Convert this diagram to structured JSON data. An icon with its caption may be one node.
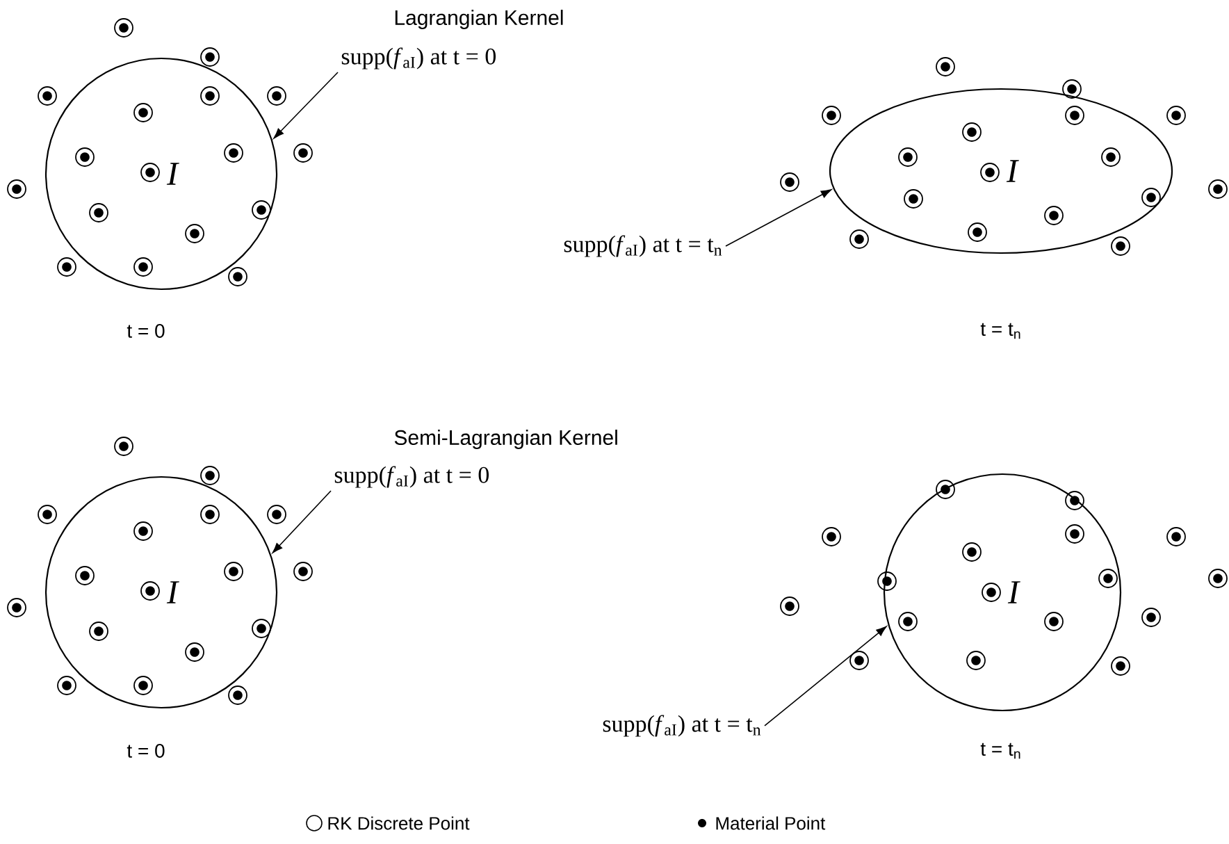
{
  "diagram": {
    "nodes": [
      {
        "text": [
          "I"
        ]
      },
      {
        "text": [
          "supp(*f*$_{aI}$) at t = 0"
        ]
      },
      {
        "text": [
          "supp(*f*$_{aI}$) at t = t$_{n}$"
        ]
      },
      {
        "text": [
          "I"
        ]
      },
      {
        "text": [
          "I"
        ]
      },
      {
        "text": [
          "supp(*f*$_{aI}$) at t = 0"
        ]
      },
      {
        "text": [
          "supp(*f*$_{aI}$) at t = t$_{n}$"
        ]
      },
      {
        "text": [
          "I"
        ]
      }
    ],
    "edges": [
      {
        "from": 1,
        "to": 0,
        "arrow": "to"
      },
      {
        "from": 2,
        "to": 3,
        "arrow": "to"
      },
      {
        "from": 5,
        "to": 4,
        "arrow": "to"
      },
      {
        "from": 6,
        "to": 7,
        "arrow": "to"
      }
    ],
    "labels": [
      "Lagrangian Kernel",
      "t = 0",
      "t = t$_{n}$",
      "Semi-Lagrangian Kernel",
      "t = 0",
      "t = t$_{n}$"
    ],
    "legend": [
      {
        "text": "RK Discrete Point"
      },
      {
        "text": "Material Point"
      }
    ]
  }
}
